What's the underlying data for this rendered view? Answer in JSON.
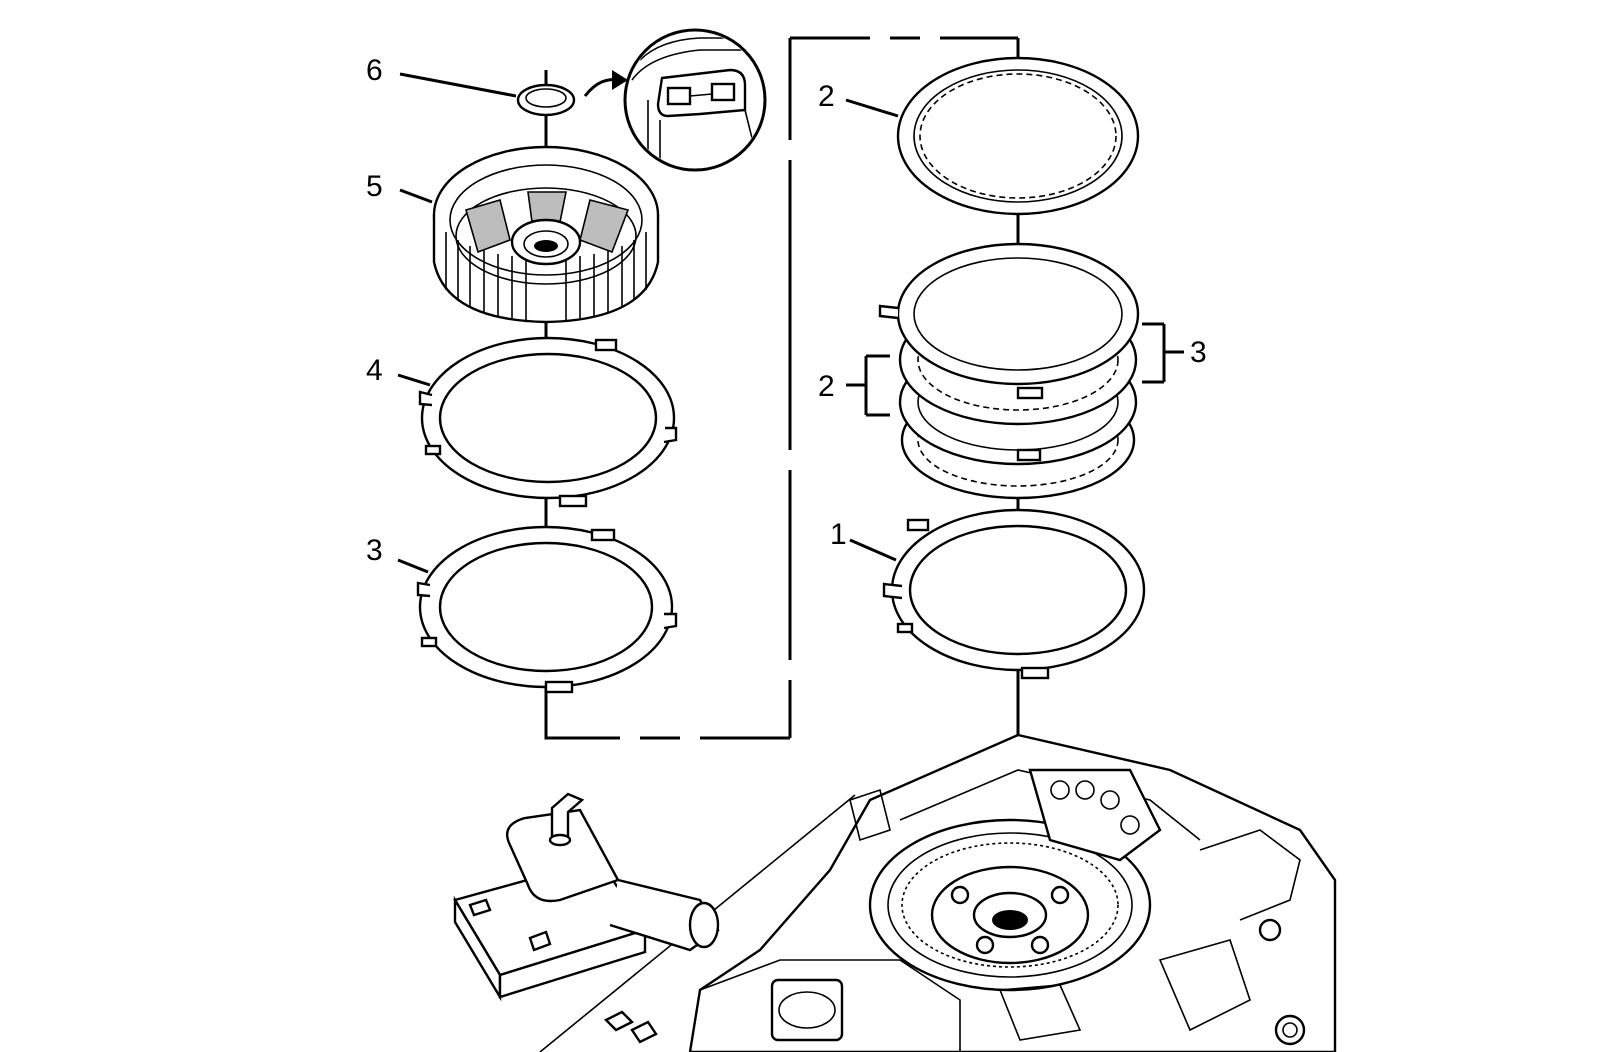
{
  "diagram": {
    "callouts": {
      "c6": "6",
      "c5": "5",
      "c4": "4",
      "c3_left": "3",
      "c2_top": "2",
      "c3_right": "3",
      "c2_mid": "2",
      "c1": "1"
    }
  }
}
